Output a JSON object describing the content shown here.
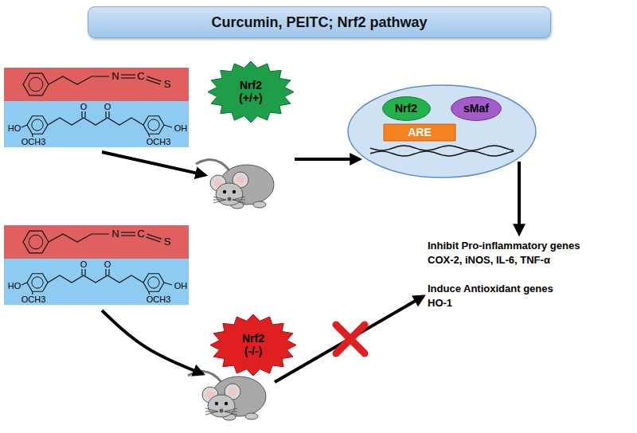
{
  "diagram": {
    "title": "Curcumin, PEITC; Nrf2 pathway",
    "nodes": [
      {
        "text": [
          "Nrf2 (+/+)"
        ]
      },
      {
        "text": [
          "Nrf2"
        ]
      },
      {
        "text": [
          "sMaf"
        ]
      },
      {
        "text": [
          "ARE"
        ]
      },
      {
        "text": [
          "Nrf2 (-/-)"
        ]
      }
    ],
    "labels": [
      "N",
      "C",
      "S",
      "HO",
      "OCH3",
      "O",
      "O",
      "OH",
      "OCH3",
      "N",
      "C",
      "S",
      "HO",
      "OCH3",
      "O",
      "O",
      "OH",
      "OCH3",
      "Inhibit Pro-inflammatory genes",
      "COX-2, iNOS, IL-6, TNF-α",
      "Induce Antioxidant genes",
      "HO-1"
    ]
  }
}
